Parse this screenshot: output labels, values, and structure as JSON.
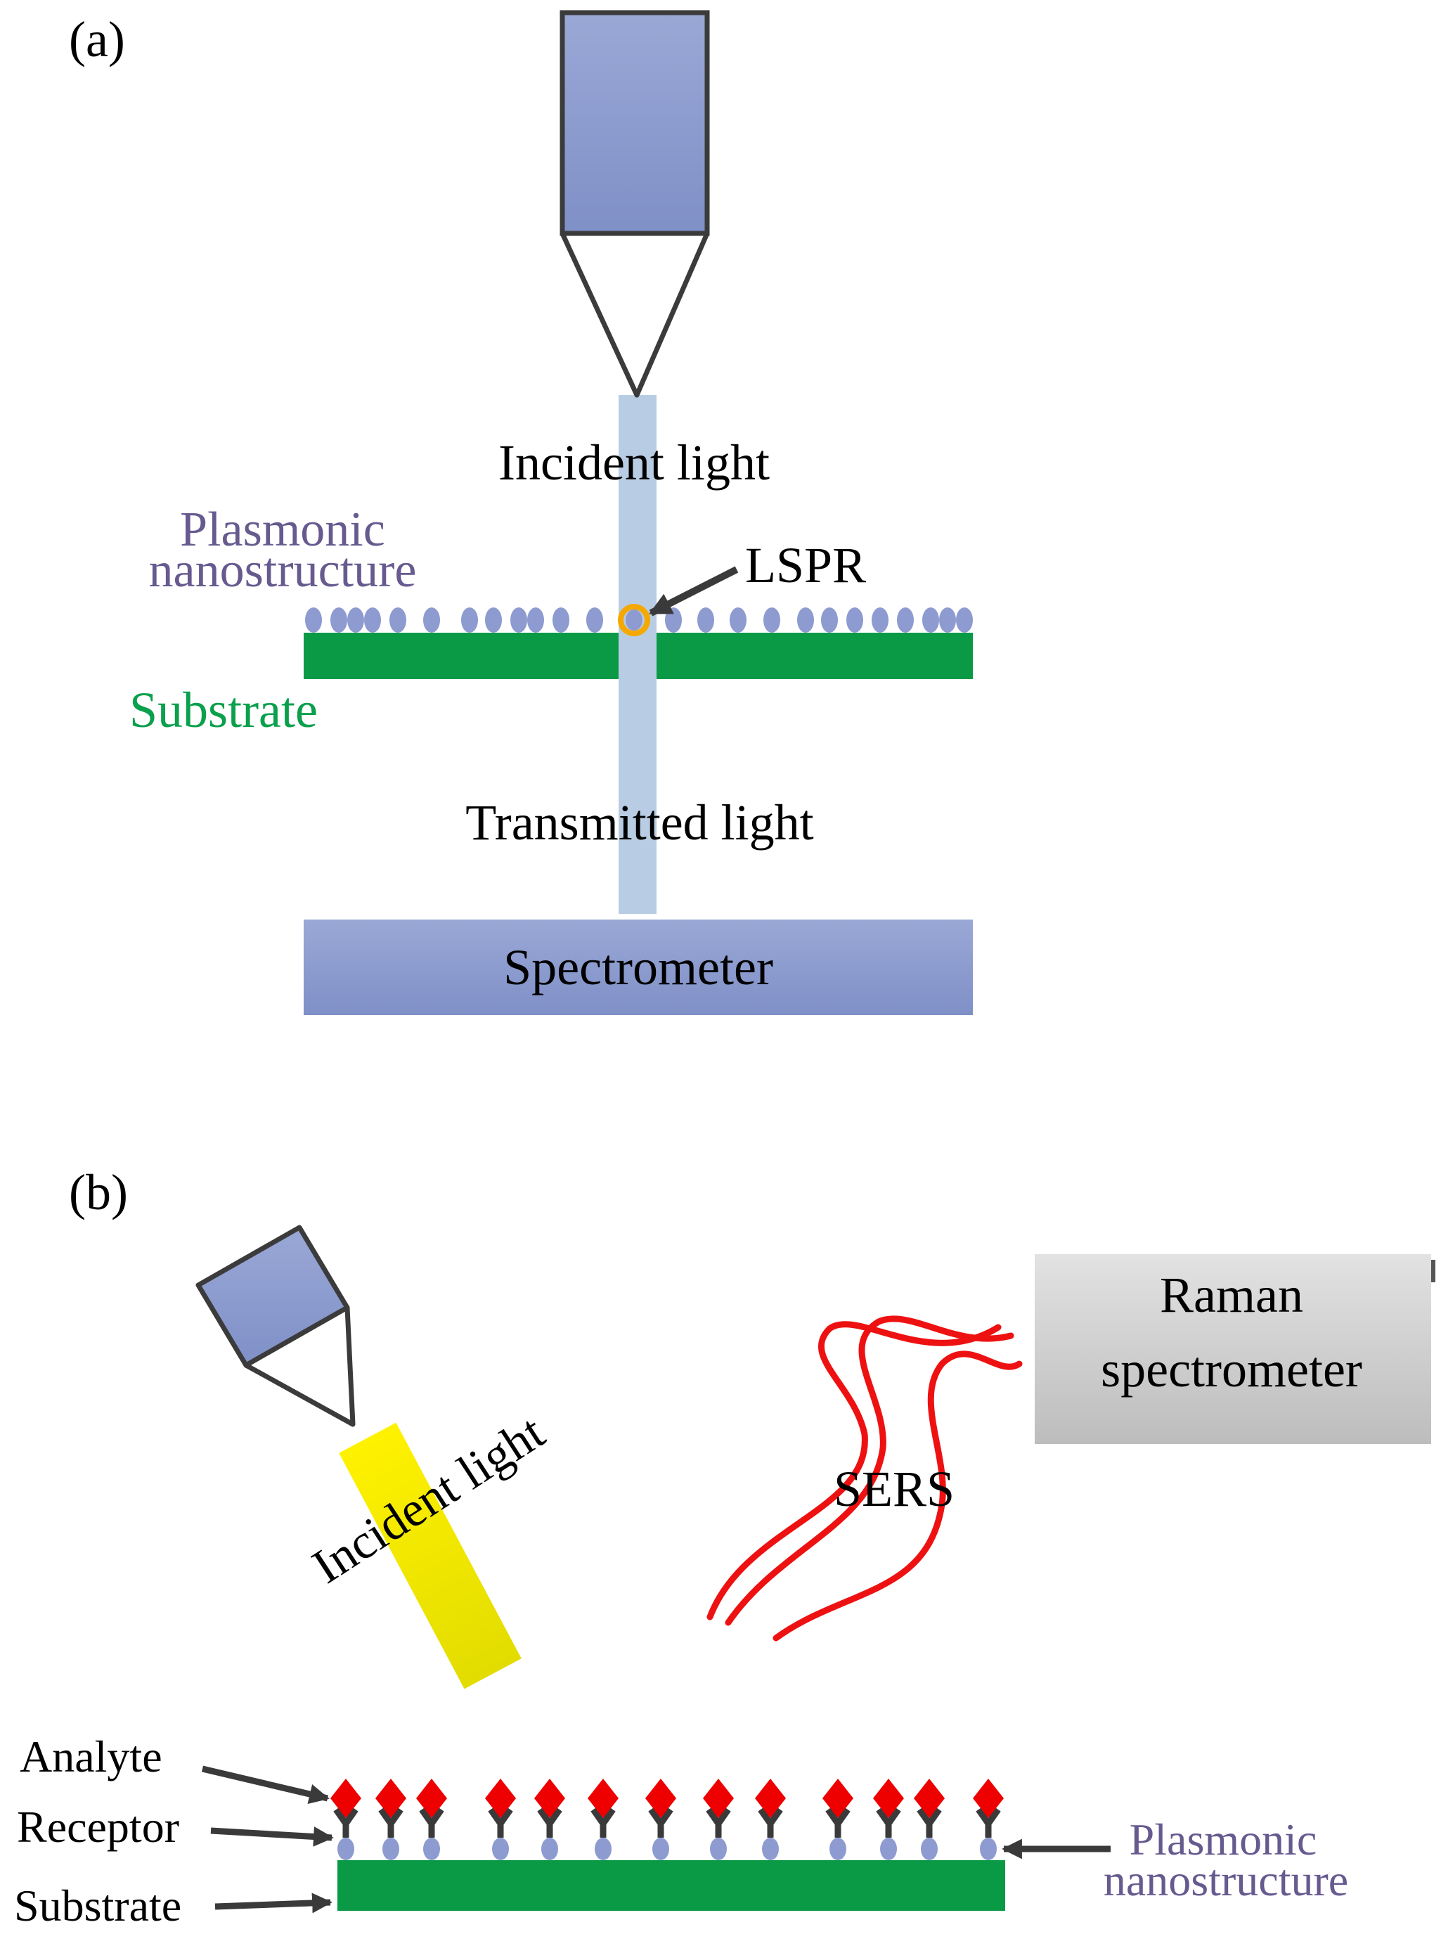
{
  "panel_a": {
    "tag": "(a)",
    "incident_light": "Incident light",
    "plasmonic_line1": "Plasmonic",
    "plasmonic_line2": "nanostructure",
    "lspr": "LSPR",
    "substrate": "Substrate",
    "transmitted_light": "Transmitted light",
    "spectrometer": "Spectrometer"
  },
  "panel_b": {
    "tag": "(b)",
    "incident_light": "Incident light",
    "raman_line1": "Raman",
    "raman_line2": "spectrometer",
    "sers": "SERS",
    "analyte": "Analyte",
    "receptor": "Receptor",
    "substrate": "Substrate",
    "plasmonic_line1": "Plasmonic",
    "plasmonic_line2": "nanostructure"
  },
  "colors": {
    "instrument_blue": "#8a9ccf",
    "outline_dark": "#3b3b3b",
    "light_beam": "#b8cde3",
    "substrate_green": "#0a9a46",
    "nanoparticle": "#8e9bd0",
    "lspr_ring": "#f5a800",
    "plasmonic_text": "#675a8f",
    "substrate_text": "#0aa04c",
    "incident_yellow": "#f2ee00",
    "sers_red": "#ee1111",
    "raman_gray": "#cccccc",
    "analyte_red": "#ee0000",
    "receptor_dark": "#3a3a3a"
  }
}
